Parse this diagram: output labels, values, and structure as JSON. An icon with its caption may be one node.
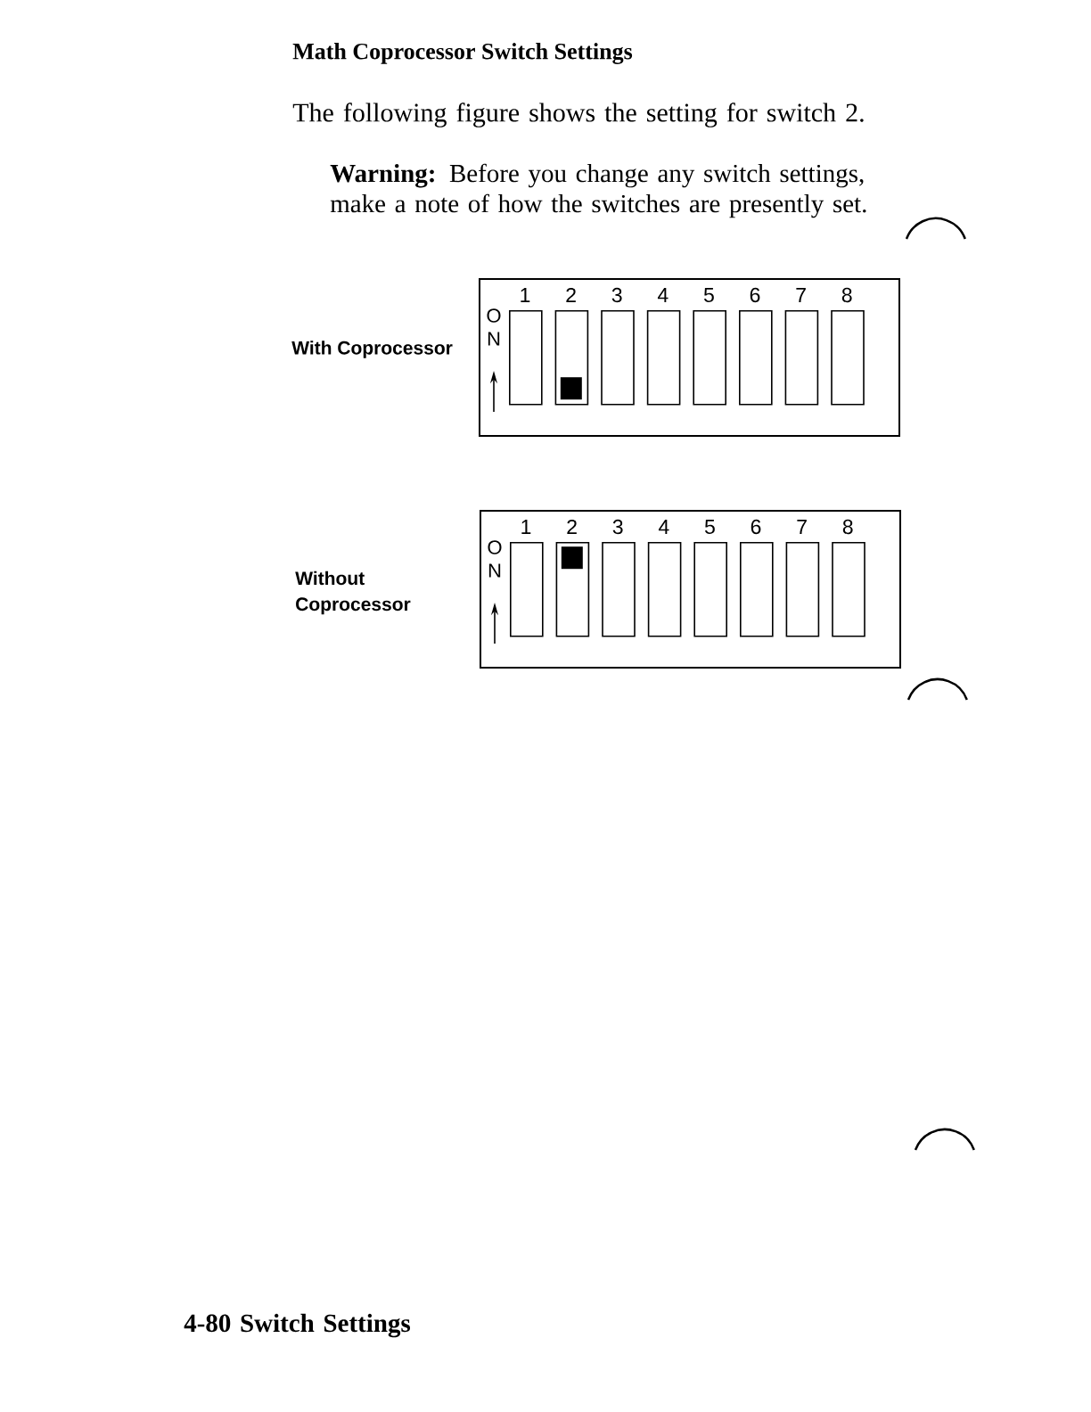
{
  "diagram": {
    "title": "Math Coprocessor Switch Settings",
    "nodes": [
      {
        "text": [
          "O",
          "N"
        ],
        "beside": [
          "With Coprocessor"
        ]
      },
      {
        "text": [
          "1"
        ],
        "in": 0
      },
      {
        "text": [
          "2"
        ],
        "in": 0
      },
      {
        "text": [],
        "shape": "box",
        "in": 2
      },
      {
        "text": [
          "3"
        ],
        "in": 0
      },
      {
        "text": [
          "4"
        ],
        "in": 0
      },
      {
        "text": [
          "5"
        ],
        "in": 0
      },
      {
        "text": [
          "6"
        ],
        "in": 0
      },
      {
        "text": [
          "7"
        ],
        "in": 0
      },
      {
        "text": [
          "8"
        ],
        "in": 0
      },
      {
        "text": [
          "O",
          "N"
        ],
        "beside": [
          "Without Coprocessor"
        ]
      },
      {
        "text": [
          "1"
        ],
        "in": 10
      },
      {
        "text": [
          "2"
        ],
        "in": 10
      },
      {
        "text": [],
        "shape": "box",
        "in": 12
      },
      {
        "text": [
          "3"
        ],
        "in": 10
      },
      {
        "text": [
          "4"
        ],
        "in": 10
      },
      {
        "text": [
          "5"
        ],
        "in": 10
      },
      {
        "text": [
          "6"
        ],
        "in": 10
      },
      {
        "text": [
          "7"
        ],
        "in": 10
      },
      {
        "text": [
          "8"
        ],
        "in": 10
      }
    ],
    "labels": [
      "The following figure shows the setting for switch 2.",
      "**Warning:** Before you change any switch settings, make a note of how the switches are presently set.",
      "**4-80 Switch Settings**"
    ]
  }
}
